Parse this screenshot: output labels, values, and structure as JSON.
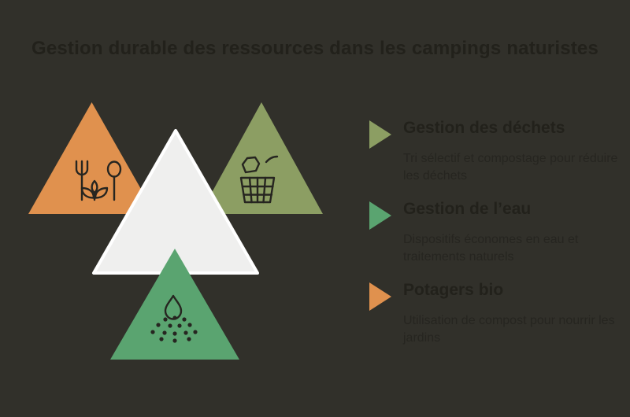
{
  "title": "Gestion durable des ressources dans les campings naturistes",
  "colors": {
    "background": "#31302A",
    "text": "#22211B",
    "orange": "#E0914E",
    "olive": "#8C9E63",
    "green": "#5AA470",
    "center_white": "#EFEFEE",
    "center_stroke": "#FFFFFF",
    "icon_stroke": "#262520"
  },
  "diagram": {
    "triangles": [
      {
        "id": "orange",
        "color": "#E0914E",
        "icon": "fork-spoon-sprout-icon",
        "linked_legend": "Potagers bio"
      },
      {
        "id": "olive",
        "color": "#8C9E63",
        "icon": "waste-basket-icon",
        "linked_legend": "Gestion des déchets"
      },
      {
        "id": "white-center",
        "color": "#EFEFEE",
        "icon": "",
        "linked_legend": ""
      },
      {
        "id": "green",
        "color": "#5AA470",
        "icon": "water-drop-spray-icon",
        "linked_legend": "Gestion de l’eau"
      }
    ]
  },
  "legend": {
    "items": [
      {
        "title": "Gestion des déchets",
        "description": "Tri sélectif et compostage pour réduire les déchets",
        "bullet_color": "#8C9E63"
      },
      {
        "title": "Gestion de l’eau",
        "description": "Dispositifs économes en eau et traitements naturels",
        "bullet_color": "#5AA470"
      },
      {
        "title": "Potagers bio",
        "description": "Utilisation de compost pour nourrir les jardins",
        "bullet_color": "#E0914E"
      }
    ]
  }
}
